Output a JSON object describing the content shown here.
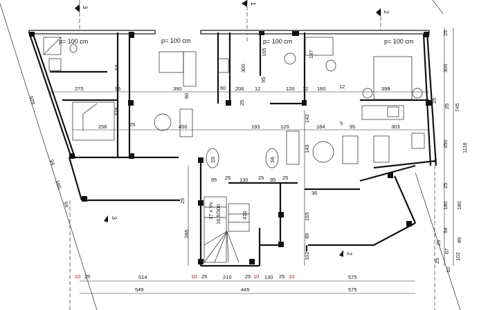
{
  "plan": {
    "sections": [
      "3",
      "1",
      "2",
      "3",
      "2"
    ],
    "window_sill_labels": [
      "p= 100 cm",
      "p= 100 cm",
      "p= 100 cm",
      "p= 100 cm"
    ],
    "stair_labels": {
      "count": "17 x Vs",
      "size": "16.5/300",
      "length": "410"
    },
    "shafts": [
      "S5",
      "S6"
    ],
    "appliance": "60",
    "dimensions_top": [
      "275",
      "95",
      "390",
      "60",
      "206",
      "12",
      "120",
      "12",
      "160",
      "12",
      "398",
      "95",
      "300",
      "165",
      "53",
      "187"
    ],
    "dimensions_mid": [
      "256",
      "328",
      "25",
      "450",
      "193",
      "120",
      "184",
      "5",
      "95",
      "303",
      "142",
      "143",
      "25",
      "25"
    ],
    "dimensions_right": [
      "25",
      "300",
      "25",
      "745",
      "350",
      "1116",
      "25",
      "180",
      "180",
      "54",
      "25",
      "89",
      "67",
      "102",
      "25",
      "10"
    ],
    "dimensions_left": [
      "929",
      "94",
      "165",
      "94"
    ],
    "dimensions_lower": [
      "95",
      "25",
      "130",
      "25",
      "95",
      "25",
      "165",
      "89",
      "102",
      "285",
      "25",
      "36"
    ],
    "dimensions_bottom_1": [
      "10",
      "25",
      "514",
      "10",
      "25",
      "210",
      "25",
      "10",
      "130",
      "25",
      "10",
      "575"
    ],
    "dimensions_bottom_2": [
      "549",
      "445",
      "575"
    ]
  }
}
